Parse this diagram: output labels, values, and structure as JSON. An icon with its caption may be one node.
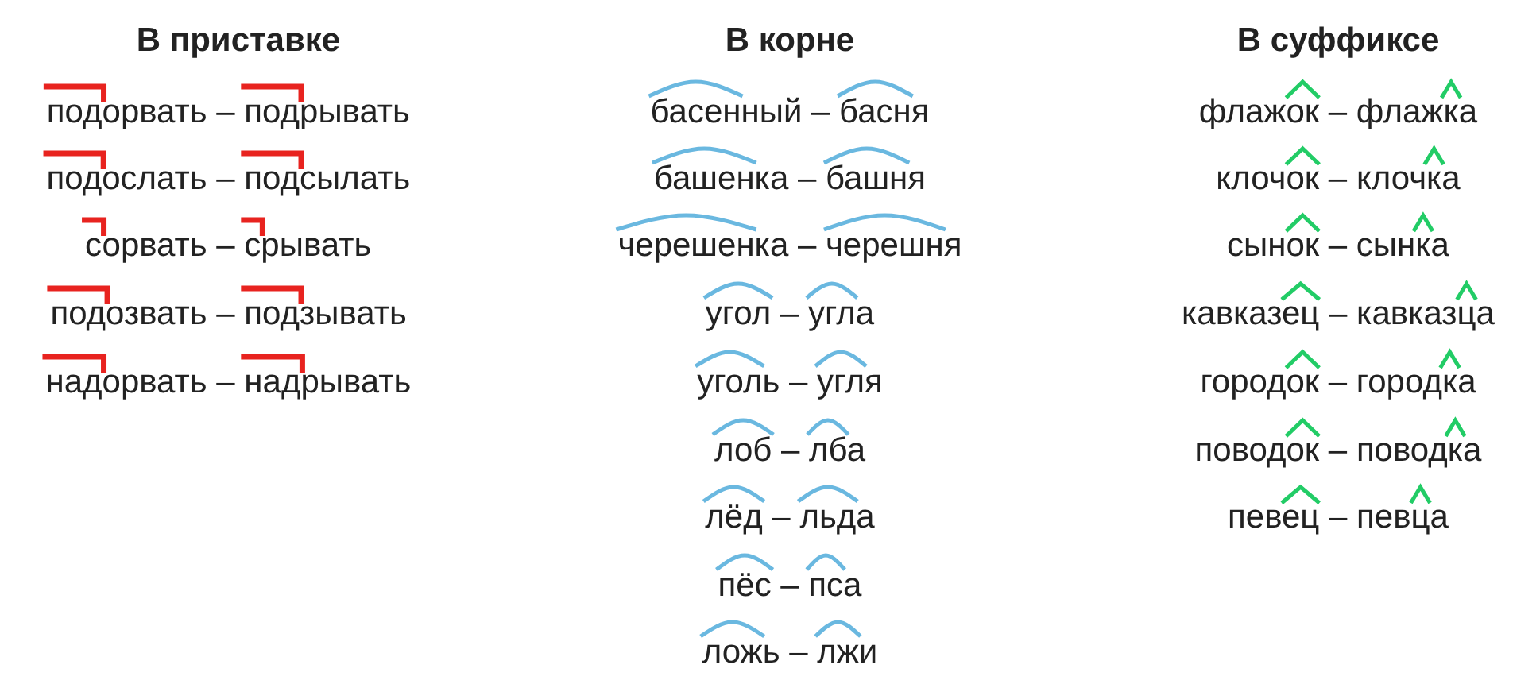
{
  "diagram": {
    "labels": [
      "В приставке",
      "В корне",
      "В суффиксе",
      "подорвать – подрывать",
      "подослать – подсылать",
      "сорвать – срывать",
      "подозвать – подзывать",
      "надорвать – надрывать",
      "басенный – басня",
      "башенка – башня",
      "черешенка – черешня",
      "угол – угла",
      "уголь – угля",
      "лоб – лба",
      "лёд – льда",
      "пёс – пса",
      "ложь – лжи",
      "флажок – флажка",
      "клочок – клочка",
      "сынок – сынка",
      "кавказец – кавказца",
      "городок – городка",
      "поводок – поводка",
      "певец – певца"
    ]
  }
}
